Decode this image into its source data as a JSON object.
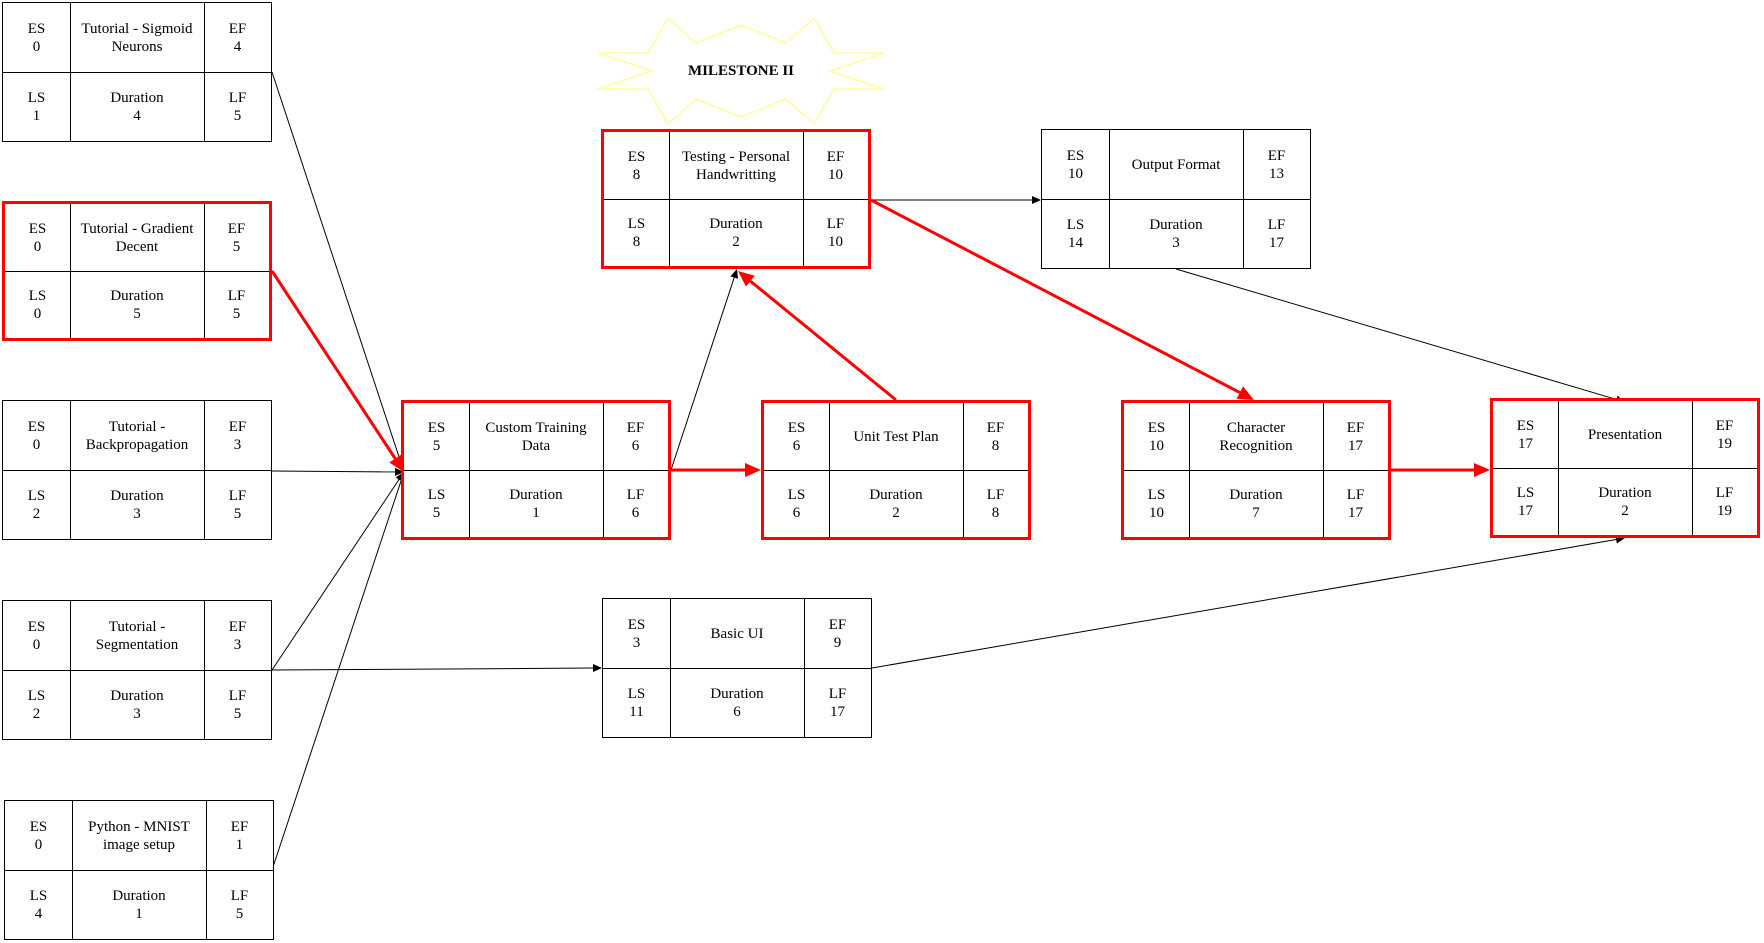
{
  "colors": {
    "critical": "#ff0000",
    "normal": "#000000",
    "milestone_outline": "#ffff99"
  },
  "milestone": {
    "label": "MILESTONE II"
  },
  "nodes": [
    {
      "id": "sigmoid",
      "name": "Tutorial - Sigmoid\nNeurons",
      "es": "0",
      "ef": "4",
      "ls": "1",
      "lf": "5",
      "duration": "4",
      "critical": false
    },
    {
      "id": "gradient",
      "name": "Tutorial - Gradient\nDecent",
      "es": "0",
      "ef": "5",
      "ls": "0",
      "lf": "5",
      "duration": "5",
      "critical": true
    },
    {
      "id": "backprop",
      "name": "Tutorial -\nBackpropagation",
      "es": "0",
      "ef": "3",
      "ls": "2",
      "lf": "5",
      "duration": "3",
      "critical": false
    },
    {
      "id": "segmentation",
      "name": "Tutorial -\nSegmentation",
      "es": "0",
      "ef": "3",
      "ls": "2",
      "lf": "5",
      "duration": "3",
      "critical": false
    },
    {
      "id": "mnist",
      "name": "Python - MNIST\nimage setup",
      "es": "0",
      "ef": "1",
      "ls": "4",
      "lf": "5",
      "duration": "1",
      "critical": false
    },
    {
      "id": "custom",
      "name": "Custom Training\nData",
      "es": "5",
      "ef": "6",
      "ls": "5",
      "lf": "6",
      "duration": "1",
      "critical": true
    },
    {
      "id": "testing",
      "name": "Testing - Personal\nHandwritting",
      "es": "8",
      "ef": "10",
      "ls": "8",
      "lf": "10",
      "duration": "2",
      "critical": true
    },
    {
      "id": "unittest",
      "name": "Unit Test Plan",
      "es": "6",
      "ef": "8",
      "ls": "6",
      "lf": "8",
      "duration": "2",
      "critical": true
    },
    {
      "id": "basicui",
      "name": "Basic UI",
      "es": "3",
      "ef": "9",
      "ls": "11",
      "lf": "17",
      "duration": "6",
      "critical": false
    },
    {
      "id": "output",
      "name": "Output Format",
      "es": "10",
      "ef": "13",
      "ls": "14",
      "lf": "17",
      "duration": "3",
      "critical": false
    },
    {
      "id": "charrec",
      "name": "Character\nRecognition",
      "es": "10",
      "ef": "17",
      "ls": "10",
      "lf": "17",
      "duration": "7",
      "critical": true
    },
    {
      "id": "presentation",
      "name": "Presentation",
      "es": "17",
      "ef": "19",
      "ls": "17",
      "lf": "19",
      "duration": "2",
      "critical": true
    }
  ],
  "edges": [
    {
      "from": "sigmoid",
      "to": "custom",
      "critical": false
    },
    {
      "from": "gradient",
      "to": "custom",
      "critical": true
    },
    {
      "from": "backprop",
      "to": "custom",
      "critical": false
    },
    {
      "from": "segmentation",
      "to": "custom",
      "critical": false
    },
    {
      "from": "mnist",
      "to": "custom",
      "critical": false
    },
    {
      "from": "segmentation",
      "to": "basicui",
      "critical": false
    },
    {
      "from": "custom",
      "to": "testing",
      "critical": false
    },
    {
      "from": "custom",
      "to": "unittest",
      "critical": true
    },
    {
      "from": "unittest",
      "to": "testing",
      "critical": true
    },
    {
      "from": "testing",
      "to": "output",
      "critical": false
    },
    {
      "from": "testing",
      "to": "charrec",
      "critical": true
    },
    {
      "from": "output",
      "to": "presentation",
      "critical": false
    },
    {
      "from": "charrec",
      "to": "presentation",
      "critical": true
    },
    {
      "from": "basicui",
      "to": "presentation",
      "critical": false
    }
  ]
}
